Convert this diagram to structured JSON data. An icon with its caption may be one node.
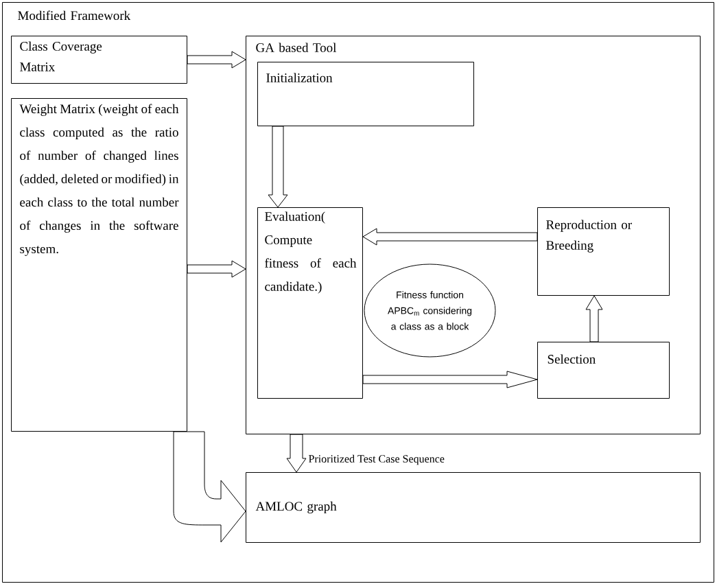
{
  "diagram": {
    "nodes": [
      {
        "text": [
          "Modified Framework"
        ]
      },
      {
        "text": [
          "Class Coverage Matrix"
        ],
        "in": 0
      },
      {
        "text": [
          "Weight Matrix (weight of each class computed as the ratio of number of changed lines (added, deleted or modified) in each class to the total number of changes in the software system."
        ],
        "in": 0
      },
      {
        "text": [
          "GA based Tool"
        ],
        "in": 0
      },
      {
        "text": [
          "Initialization"
        ],
        "in": 3
      },
      {
        "text": [
          "Evaluation( Compute fitness of each candidate.)"
        ],
        "in": 3
      },
      {
        "text": [
          "Reproduction or Breeding"
        ],
        "in": 3
      },
      {
        "text": [
          "Fitness function APBC$_{m}$ considering a class as a block"
        ],
        "in": 3
      },
      {
        "text": [
          "Selection"
        ],
        "in": 3
      },
      {
        "text": [
          "AMLOC graph"
        ],
        "in": 0
      }
    ],
    "edges": [
      {
        "from": 1,
        "to": 3,
        "arrow": "to"
      },
      {
        "from": 2,
        "to": 3,
        "arrow": "to"
      },
      {
        "from": 4,
        "to": 5,
        "arrow": "to"
      },
      {
        "from": 6,
        "to": 5,
        "arrow": "to"
      },
      {
        "from": 8,
        "to": 6,
        "arrow": "to"
      },
      {
        "from": 5,
        "to": 8,
        "arrow": "to"
      },
      {
        "from": 3,
        "to": 9,
        "arrow": "to",
        "label": "Prioritized Test Case Sequence"
      },
      {
        "from": 2,
        "to": 9,
        "arrow": "to"
      }
    ]
  }
}
